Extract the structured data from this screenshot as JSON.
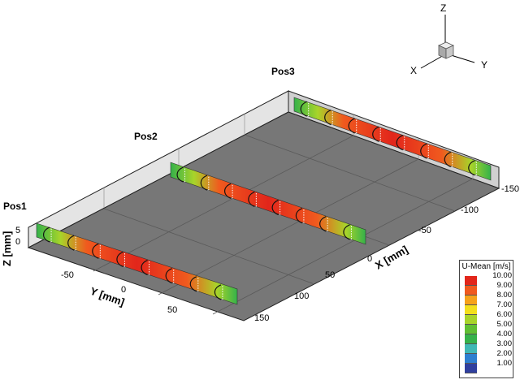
{
  "positions": [
    "Pos1",
    "Pos2",
    "Pos3"
  ],
  "axes": {
    "y_title": "Y [mm]",
    "x_title": "X [mm]",
    "z_title": "Z [mm]",
    "y_ticks": [
      "-50",
      "0",
      "50"
    ],
    "x_ticks": [
      "-150",
      "-100",
      "-50",
      "0",
      "50",
      "100",
      "150"
    ],
    "z_ticks": [
      "5",
      "0"
    ]
  },
  "triad": {
    "z": "Z",
    "x": "X",
    "y": "Y"
  },
  "legend": {
    "title": "U-Mean [m/s]",
    "levels": [
      "10.00",
      "9.00",
      "8.00",
      "7.00",
      "6.00",
      "5.00",
      "4.00",
      "3.00",
      "2.00",
      "1.00"
    ],
    "colors": [
      "#e2261b",
      "#f05a1e",
      "#f6a21a",
      "#f3df1c",
      "#a8d42a",
      "#5fbf33",
      "#35b24a",
      "#3fb8b5",
      "#2d7fd0",
      "#2f3f9e"
    ]
  },
  "colors": {
    "floor": "#777777",
    "back_wall": "#d0d0d0",
    "side_wall": "#e4e4e4",
    "grid": "#5a5a5a",
    "edge": "#222222"
  }
}
